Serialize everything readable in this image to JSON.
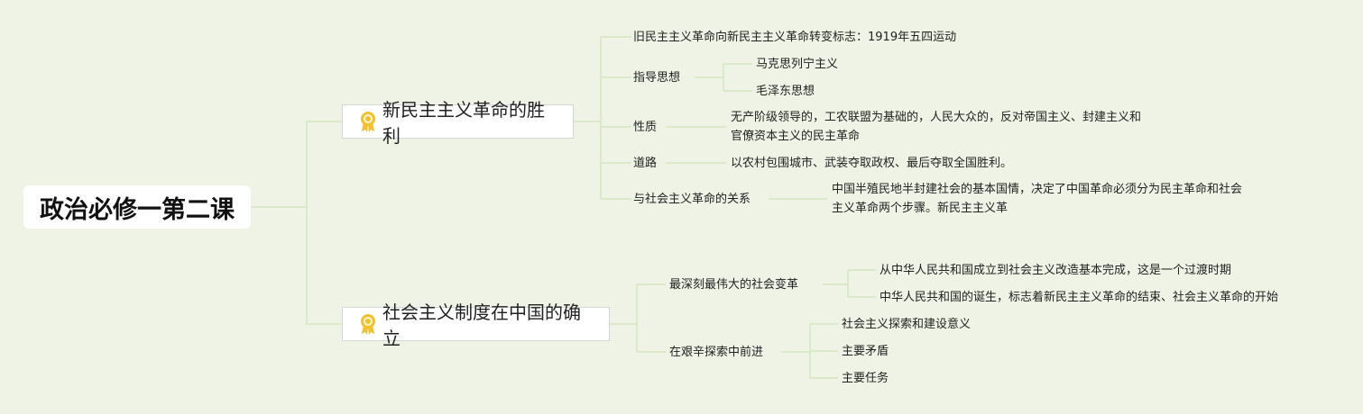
{
  "root": {
    "title": "政治必修一第二课"
  },
  "branches": [
    {
      "title": "新民主主义革命的胜利",
      "icon": "award-ribbon-icon",
      "children": [
        {
          "text": "旧民主主义革命向新民主主义革命转变标志：1919年五四运动"
        },
        {
          "text": "指导思想",
          "children": [
            "马克思列宁主义",
            "毛泽东思想"
          ]
        },
        {
          "text": "性质",
          "detail": [
            "无产阶级领导的，工农联盟为基础的，人民大众的，反对帝国主义、封建主义和",
            "官僚资本主义的民主革命"
          ]
        },
        {
          "text": "道路",
          "detail": [
            "以农村包围城市、武装夺取政权、最后夺取全国胜利。"
          ]
        },
        {
          "text": "与社会主义革命的关系",
          "detail": [
            "中国半殖民地半封建社会的基本国情，决定了中国革命必须分为民主革命和社会",
            "主义革命两个步骤。新民主主义革"
          ]
        }
      ]
    },
    {
      "title": "社会主义制度在中国的确立",
      "icon": "award-ribbon-icon",
      "children": [
        {
          "text": "最深刻最伟大的社会变革",
          "children": [
            "从中华人民共和国成立到社会主义改造基本完成，这是一个过渡时期",
            "中华人民共和国的诞生，标志着新民主主义革命的结束、社会主义革命的开始"
          ]
        },
        {
          "text": "在艰辛探索中前进",
          "children": [
            "社会主义探索和建设意义",
            "主要矛盾",
            "主要任务"
          ]
        }
      ]
    }
  ],
  "colors": {
    "background": "#eef3e6",
    "connector": "#d4e8bf",
    "icon": "#f2c12e"
  }
}
